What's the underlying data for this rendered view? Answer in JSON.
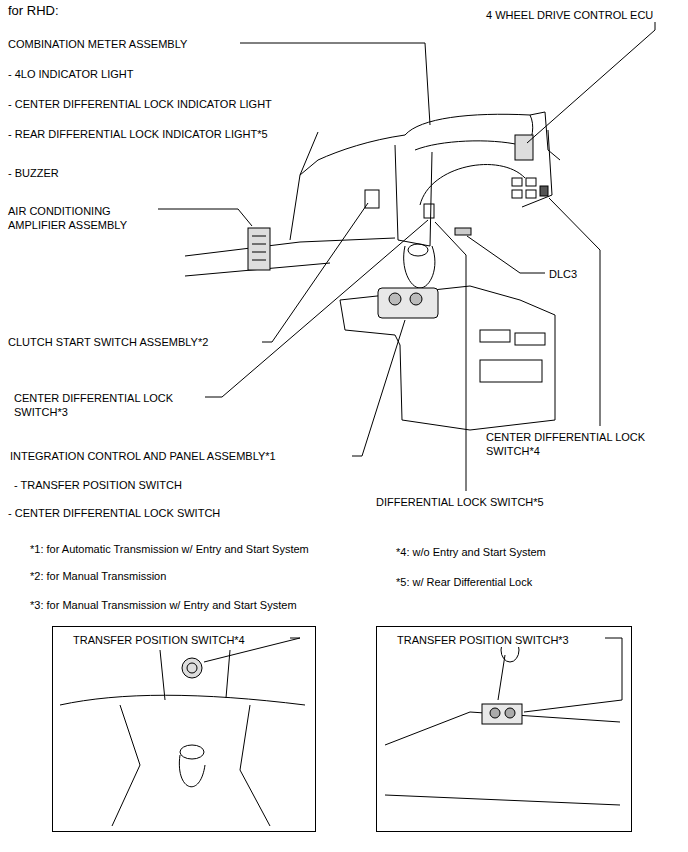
{
  "diagram": {
    "nodes": [
      {
        "text": [
          "TRANSFER POSITION SWITCH*4"
        ]
      },
      {
        "text": [
          "TRANSFER POSITION SWITCH*3"
        ]
      }
    ],
    "labels": [
      "for RHD:",
      "4 WHEEL DRIVE CONTROL ECU",
      "COMBINATION METER ASSEMBLY",
      "- 4LO INDICATOR LIGHT",
      "- CENTER DIFFERENTIAL LOCK INDICATOR LIGHT",
      "- REAR DIFFERENTIAL LOCK INDICATOR LIGHT*5",
      "- BUZZER",
      "AIR CONDITIONING AMPLIFIER ASSEMBLY",
      "DLC3",
      "CLUTCH START SWITCH ASSEMBLY*2",
      "CENTER DIFFERENTIAL LOCK SWITCH*3",
      "CENTER DIFFERENTIAL LOCK SWITCH*4",
      "INTEGRATION CONTROL AND PANEL ASSEMBLY*1",
      "- TRANSFER POSITION SWITCH",
      "- CENTER DIFFERENTIAL LOCK SWITCH",
      "DIFFERENTIAL LOCK SWITCH*5",
      "*1: for Automatic Transmission w/ Entry and Start System",
      "*2: for Manual Transmission",
      "*3: for Manual Transmission w/ Entry and Start System",
      "*4: w/o Entry and Start System",
      "*5: w/ Rear Differential Lock"
    ]
  }
}
